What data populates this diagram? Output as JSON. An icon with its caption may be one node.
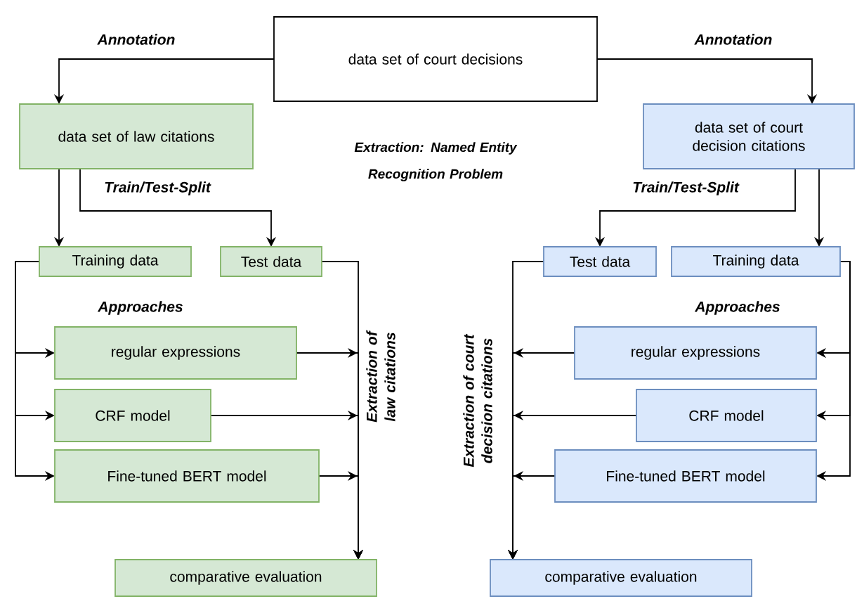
{
  "diagram": {
    "nodes": [
      {
        "text": [
          "data set of court decisions"
        ]
      },
      {
        "text": [
          "data set of law citations"
        ]
      },
      {
        "text": [
          "data set of court decision citations"
        ]
      },
      {
        "text": [
          "Training data"
        ]
      },
      {
        "text": [
          "Test data"
        ]
      },
      {
        "text": [
          "Test data"
        ]
      },
      {
        "text": [
          "Training data"
        ]
      },
      {
        "text": [
          "regular expressions"
        ]
      },
      {
        "text": [
          "CRF model"
        ]
      },
      {
        "text": [
          "Fine-tuned BERT model"
        ]
      },
      {
        "text": [
          "regular expressions"
        ]
      },
      {
        "text": [
          "CRF model"
        ]
      },
      {
        "text": [
          "Fine-tuned BERT model"
        ]
      },
      {
        "text": [
          "comparative evaluation"
        ]
      },
      {
        "text": [
          "comparative evaluation"
        ]
      }
    ],
    "edges": [
      {
        "from": 0,
        "to": 1,
        "arrow": "to",
        "label": "Annotation"
      },
      {
        "from": 0,
        "to": 2,
        "arrow": "to",
        "label": "Annotation"
      },
      {
        "from": 1,
        "to": 3,
        "arrow": "to"
      },
      {
        "from": 1,
        "to": 4,
        "arrow": "to",
        "label": "Train/Test-Split"
      },
      {
        "from": 2,
        "to": 5,
        "arrow": "to",
        "label": "Train/Test-Split"
      },
      {
        "from": 2,
        "to": 6,
        "arrow": "to"
      },
      {
        "from": 3,
        "to": 7,
        "arrow": "to"
      },
      {
        "from": 3,
        "to": 8,
        "arrow": "to"
      },
      {
        "from": 3,
        "to": 9,
        "arrow": "to"
      },
      {
        "from": 6,
        "to": 10,
        "arrow": "to"
      },
      {
        "from": 6,
        "to": 11,
        "arrow": "to"
      },
      {
        "from": 6,
        "to": 12,
        "arrow": "to"
      },
      {
        "from": 4,
        "to": 13,
        "arrow": "to",
        "label": "Extraction of law citations"
      },
      {
        "from": 7,
        "to": 13,
        "arrow": "to"
      },
      {
        "from": 8,
        "to": 13,
        "arrow": "to"
      },
      {
        "from": 9,
        "to": 13,
        "arrow": "to"
      },
      {
        "from": 5,
        "to": 14,
        "arrow": "to",
        "label": "Extraction of court decision citations"
      },
      {
        "from": 10,
        "to": 14,
        "arrow": "to"
      },
      {
        "from": 11,
        "to": 14,
        "arrow": "to"
      },
      {
        "from": 12,
        "to": 14,
        "arrow": "to"
      }
    ],
    "labels": [
      "Extraction: Named Entity Recognition Problem",
      "Approaches",
      "Approaches"
    ]
  }
}
